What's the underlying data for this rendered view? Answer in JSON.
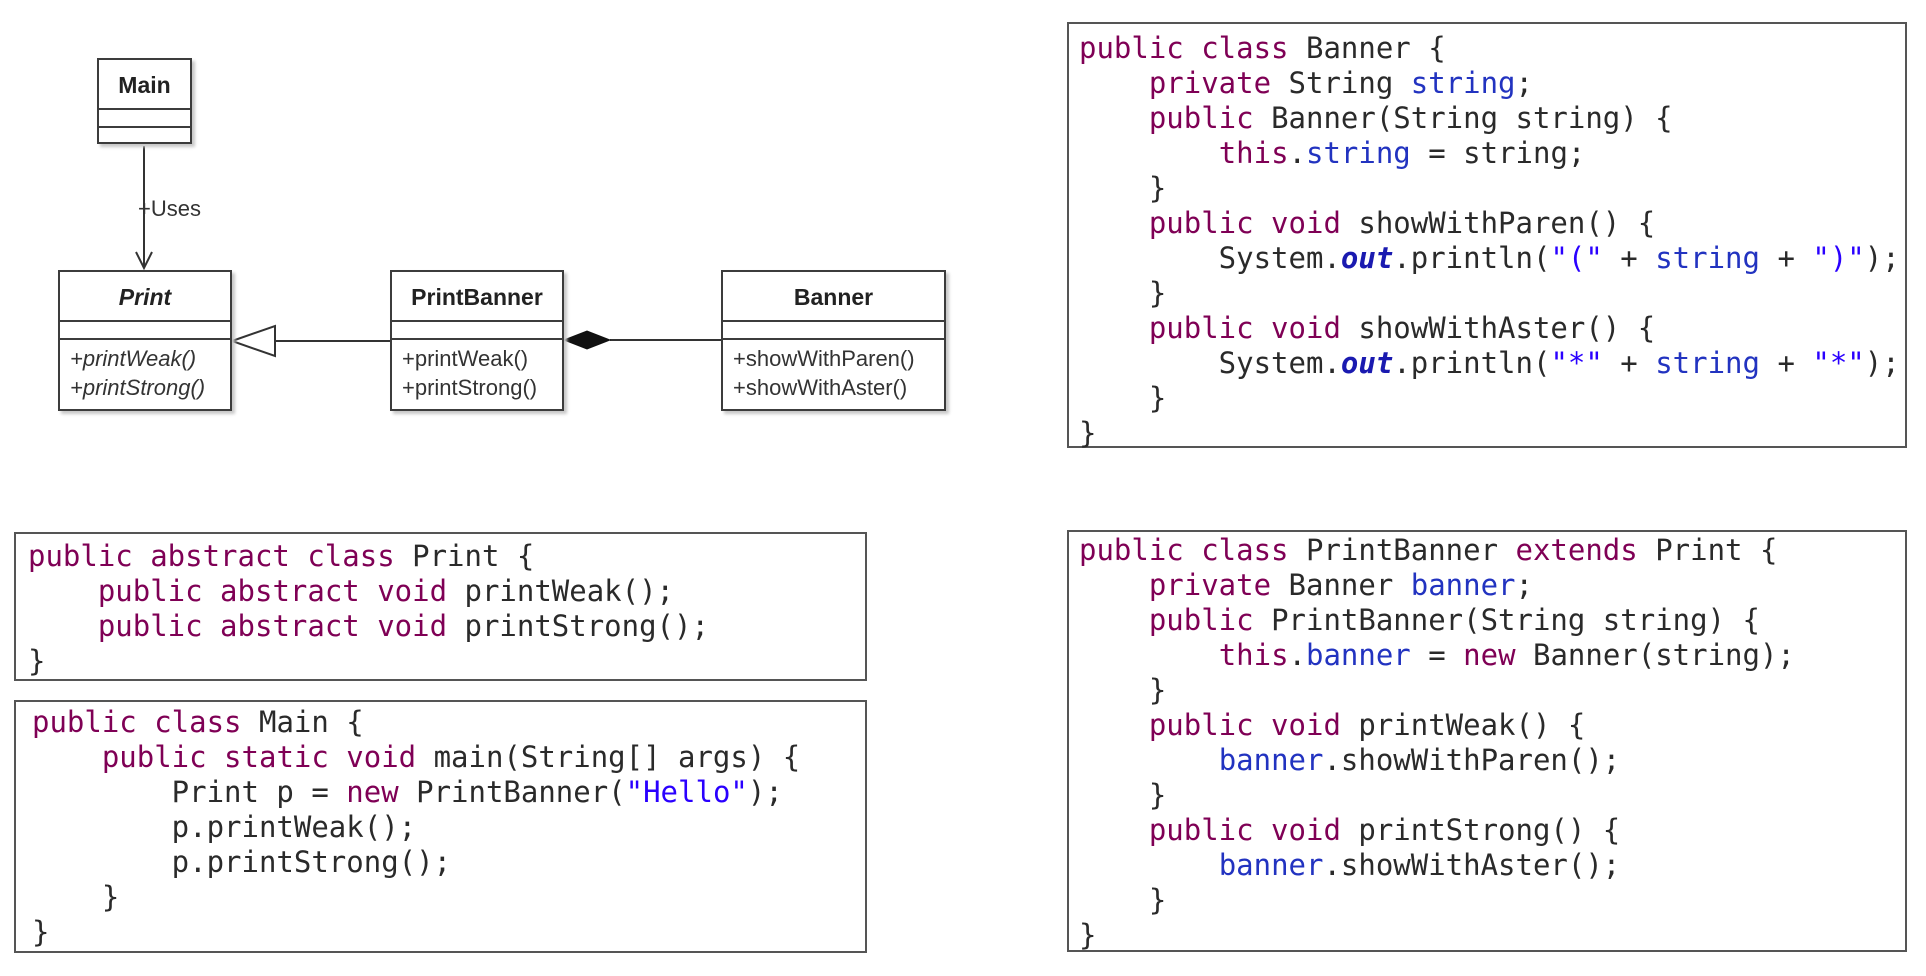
{
  "uml": {
    "main": {
      "name": "Main"
    },
    "print": {
      "name": "Print",
      "ops": [
        "+printWeak()",
        "+printStrong()"
      ]
    },
    "print_banner": {
      "name": "PrintBanner",
      "ops": [
        "+printWeak()",
        "+printStrong()"
      ]
    },
    "banner": {
      "name": "Banner",
      "ops": [
        "+showWithParen()",
        "+showWithAster()"
      ]
    },
    "uses_label": "Uses"
  },
  "code": {
    "banner": [
      [
        [
          "kw",
          "public class "
        ],
        [
          "t",
          "Banner {"
        ]
      ],
      [
        [
          "t",
          "    "
        ],
        [
          "kw",
          "private "
        ],
        [
          "t",
          "String "
        ],
        [
          "fld",
          "string"
        ],
        [
          "t",
          ";"
        ]
      ],
      [
        [
          "t",
          "    "
        ],
        [
          "kw",
          "public "
        ],
        [
          "t",
          "Banner(String string) {"
        ]
      ],
      [
        [
          "t",
          "        "
        ],
        [
          "kw",
          "this"
        ],
        [
          "t",
          "."
        ],
        [
          "fld",
          "string"
        ],
        [
          "t",
          " = string;"
        ]
      ],
      [
        [
          "t",
          "    }"
        ]
      ],
      [
        [
          "t",
          "    "
        ],
        [
          "kw",
          "public void "
        ],
        [
          "t",
          "showWithParen() {"
        ]
      ],
      [
        [
          "t",
          "        System."
        ],
        [
          "sfld",
          "out"
        ],
        [
          "t",
          ".println("
        ],
        [
          "str",
          "\"(\""
        ],
        [
          "t",
          " + "
        ],
        [
          "fld",
          "string"
        ],
        [
          "t",
          " + "
        ],
        [
          "str",
          "\")\""
        ],
        [
          "t",
          ");"
        ]
      ],
      [
        [
          "t",
          "    }"
        ]
      ],
      [
        [
          "t",
          "    "
        ],
        [
          "kw",
          "public void "
        ],
        [
          "t",
          "showWithAster() {"
        ]
      ],
      [
        [
          "t",
          "        System."
        ],
        [
          "sfld",
          "out"
        ],
        [
          "t",
          ".println("
        ],
        [
          "str",
          "\"*\""
        ],
        [
          "t",
          " + "
        ],
        [
          "fld",
          "string"
        ],
        [
          "t",
          " + "
        ],
        [
          "str",
          "\"*\""
        ],
        [
          "t",
          ");"
        ]
      ],
      [
        [
          "t",
          "    }"
        ]
      ],
      [
        [
          "t",
          "}"
        ]
      ]
    ],
    "print": [
      [
        [
          "kw",
          "public abstract class "
        ],
        [
          "t",
          "Print {"
        ]
      ],
      [
        [
          "t",
          "    "
        ],
        [
          "kw",
          "public abstract void "
        ],
        [
          "t",
          "printWeak();"
        ]
      ],
      [
        [
          "t",
          "    "
        ],
        [
          "kw",
          "public abstract void "
        ],
        [
          "t",
          "printStrong();"
        ]
      ],
      [
        [
          "t",
          "}"
        ]
      ]
    ],
    "main": [
      [
        [
          "kw",
          "public class "
        ],
        [
          "t",
          "Main {"
        ]
      ],
      [
        [
          "t",
          "    "
        ],
        [
          "kw",
          "public static void "
        ],
        [
          "t",
          "main(String[] args) {"
        ]
      ],
      [
        [
          "t",
          "        Print p = "
        ],
        [
          "kw",
          "new "
        ],
        [
          "t",
          "PrintBanner("
        ],
        [
          "str",
          "\"Hello\""
        ],
        [
          "t",
          ");"
        ]
      ],
      [
        [
          "t",
          "        p.printWeak();"
        ]
      ],
      [
        [
          "t",
          "        p.printStrong();"
        ]
      ],
      [
        [
          "t",
          "    }"
        ]
      ],
      [
        [
          "t",
          "}"
        ]
      ]
    ],
    "print_banner": [
      [
        [
          "kw",
          "public class "
        ],
        [
          "t",
          "PrintBanner "
        ],
        [
          "kw",
          "extends "
        ],
        [
          "t",
          "Print {"
        ]
      ],
      [
        [
          "t",
          "    "
        ],
        [
          "kw",
          "private "
        ],
        [
          "t",
          "Banner "
        ],
        [
          "fld",
          "banner"
        ],
        [
          "t",
          ";"
        ]
      ],
      [
        [
          "t",
          "    "
        ],
        [
          "kw",
          "public "
        ],
        [
          "t",
          "PrintBanner(String string) {"
        ]
      ],
      [
        [
          "t",
          "        "
        ],
        [
          "kw",
          "this"
        ],
        [
          "t",
          "."
        ],
        [
          "fld",
          "banner"
        ],
        [
          "t",
          " = "
        ],
        [
          "kw",
          "new "
        ],
        [
          "t",
          "Banner(string);"
        ]
      ],
      [
        [
          "t",
          "    }"
        ]
      ],
      [
        [
          "t",
          "    "
        ],
        [
          "kw",
          "public void "
        ],
        [
          "t",
          "printWeak() {"
        ]
      ],
      [
        [
          "t",
          "        "
        ],
        [
          "fld",
          "banner"
        ],
        [
          "t",
          ".showWithParen();"
        ]
      ],
      [
        [
          "t",
          "    }"
        ]
      ],
      [
        [
          "t",
          "    "
        ],
        [
          "kw",
          "public void "
        ],
        [
          "t",
          "printStrong() {"
        ]
      ],
      [
        [
          "t",
          "        "
        ],
        [
          "fld",
          "banner"
        ],
        [
          "t",
          ".showWithAster();"
        ]
      ],
      [
        [
          "t",
          "    }"
        ]
      ],
      [
        [
          "t",
          "}"
        ]
      ]
    ]
  }
}
